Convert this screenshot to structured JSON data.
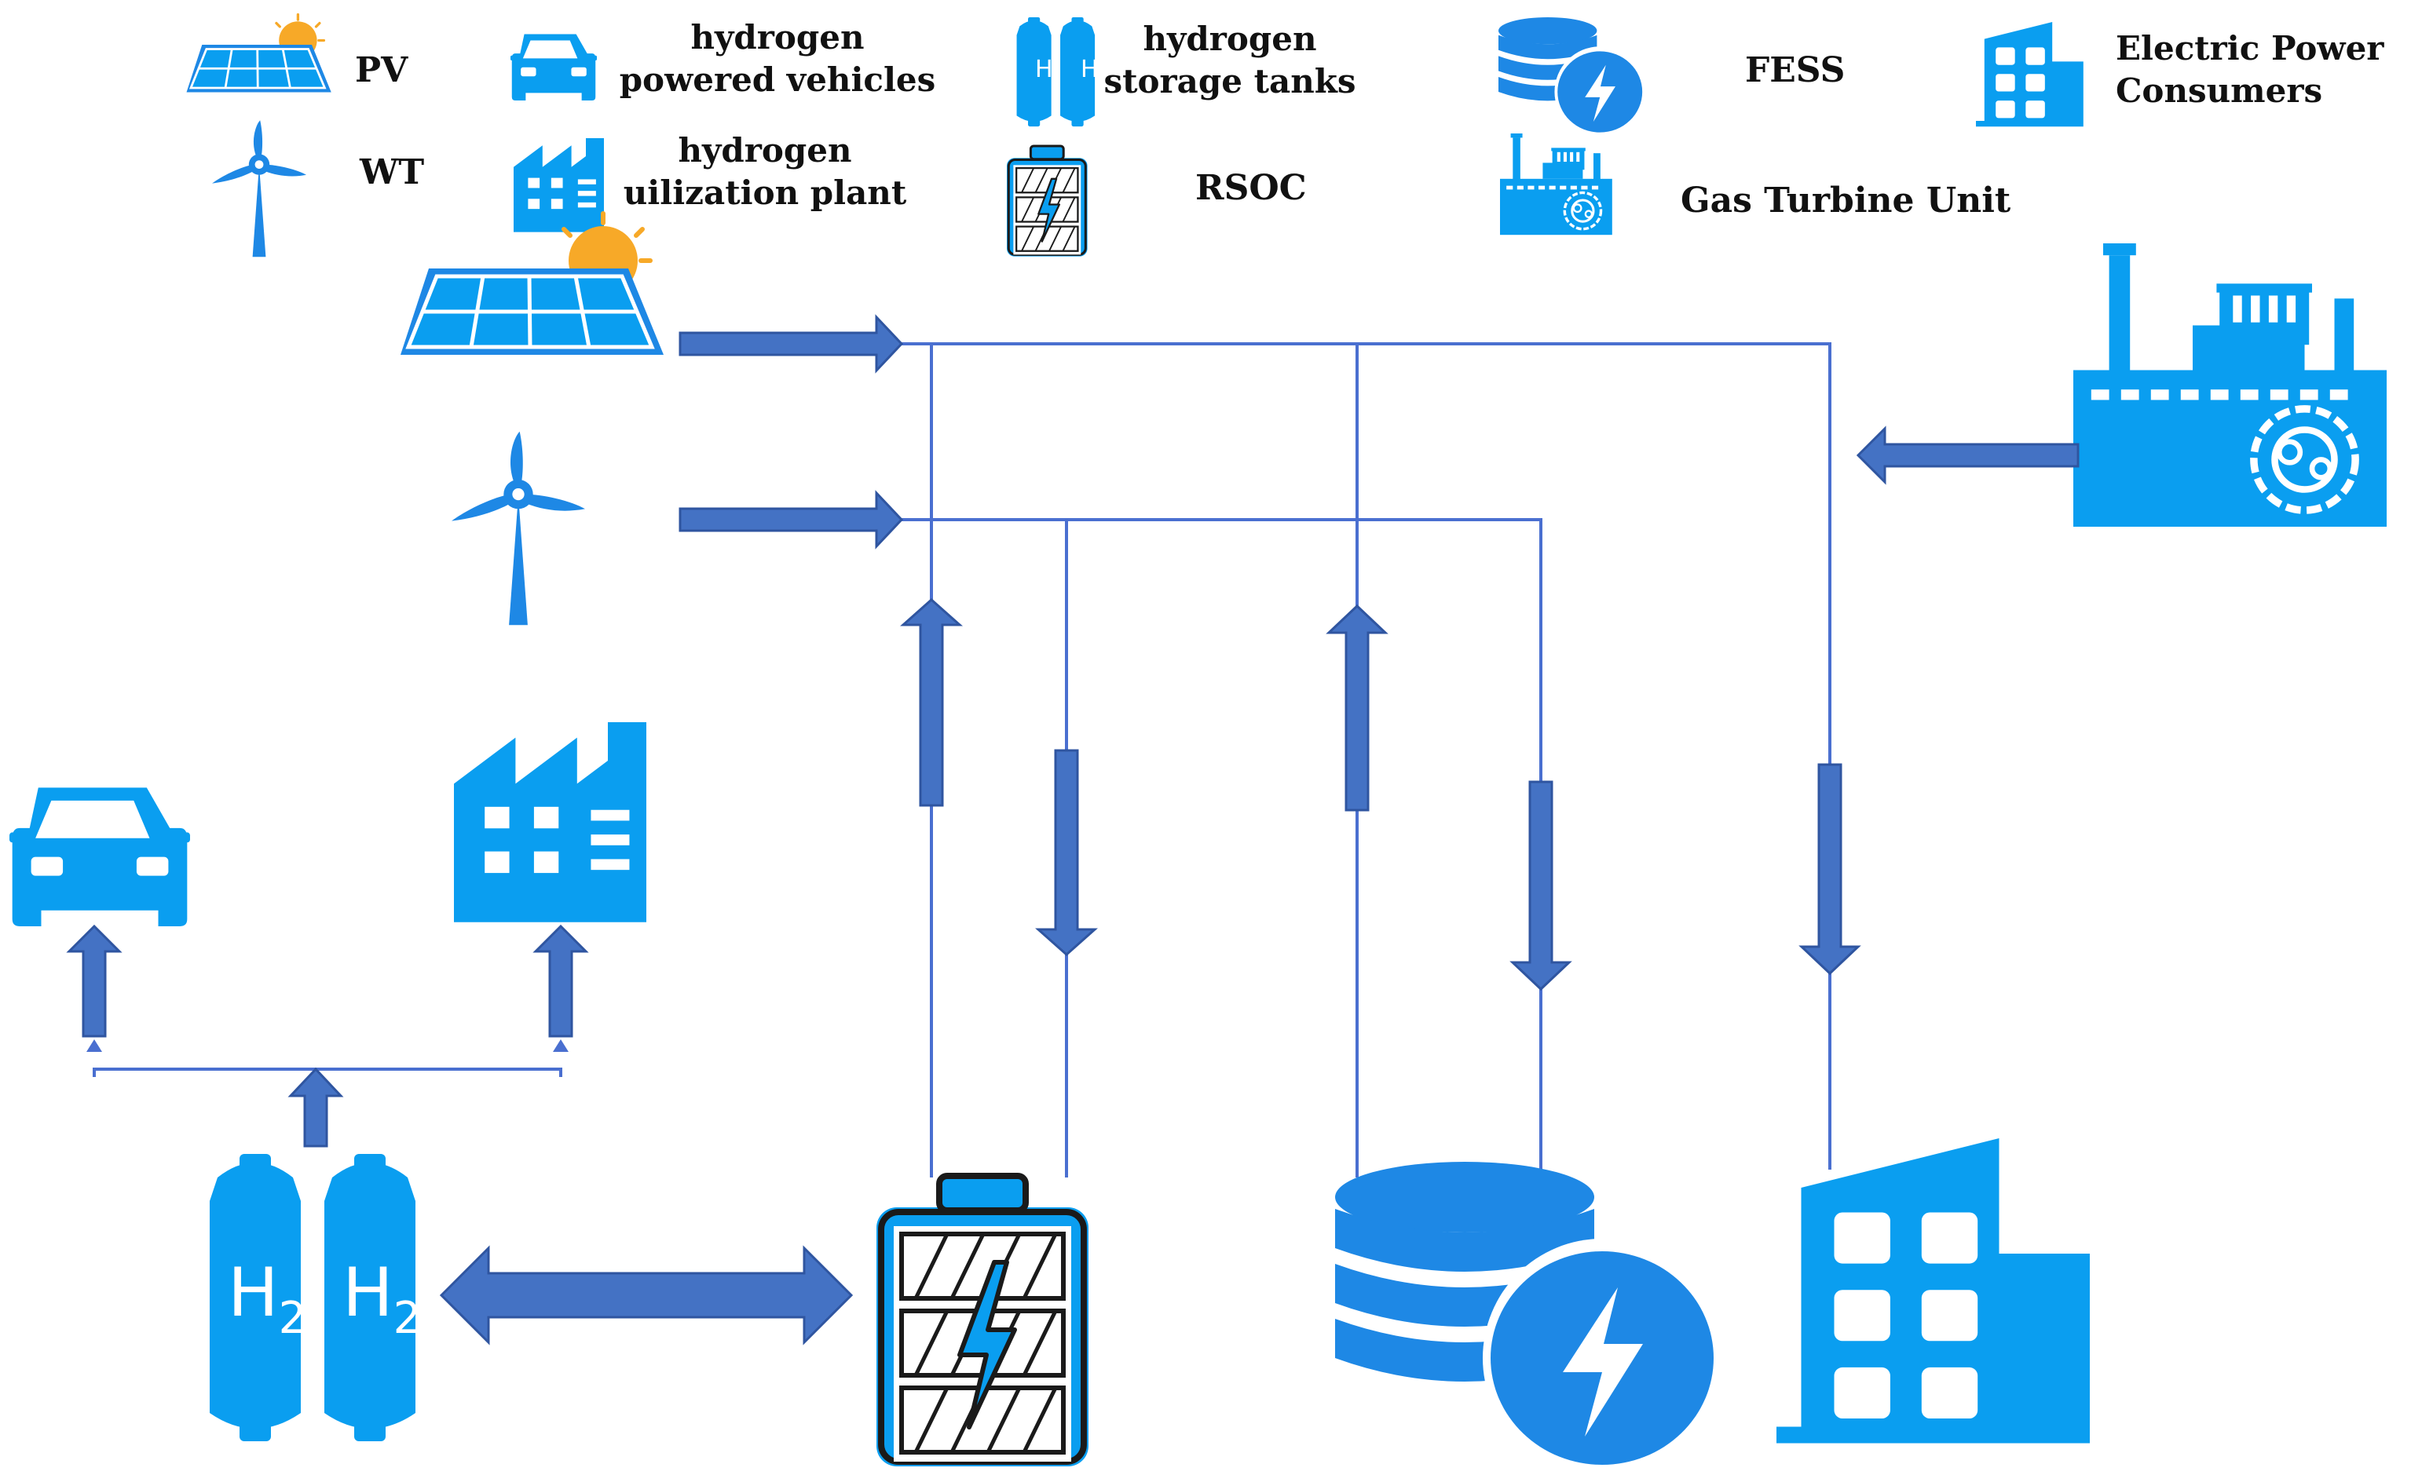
{
  "legend": {
    "pv": "PV",
    "wt": "WT",
    "vehicles_1": "hydrogen",
    "vehicles_2": "powered vehicles",
    "plant_1": "hydrogen",
    "plant_2": "uilization plant",
    "tanks_1": "hydrogen",
    "tanks_2": "storage tanks",
    "rsoc": "RSOC",
    "fess": "FESS",
    "gas_turbine": "Gas Turbine Unit",
    "consumers_1": "Electric Power",
    "consumers_2": "Consumers"
  },
  "tank_label_main": "H",
  "tank_label_sub": "2",
  "colors": {
    "icon_blue": "#0A9EF0",
    "icon_mid": "#1E88E5",
    "arrow_fill": "#4472C4",
    "arrow_stroke": "#2F55A0",
    "line": "#4A6FD0",
    "sun": "#F7A928",
    "rsoc_border": "#1A1A1A"
  },
  "icons": [
    "pv-icon",
    "wind-turbine-icon",
    "car-icon",
    "factory-icon",
    "h2-tanks-icon",
    "rsoc-battery-icon",
    "fess-icon",
    "gas-turbine-icon",
    "building-icon"
  ]
}
